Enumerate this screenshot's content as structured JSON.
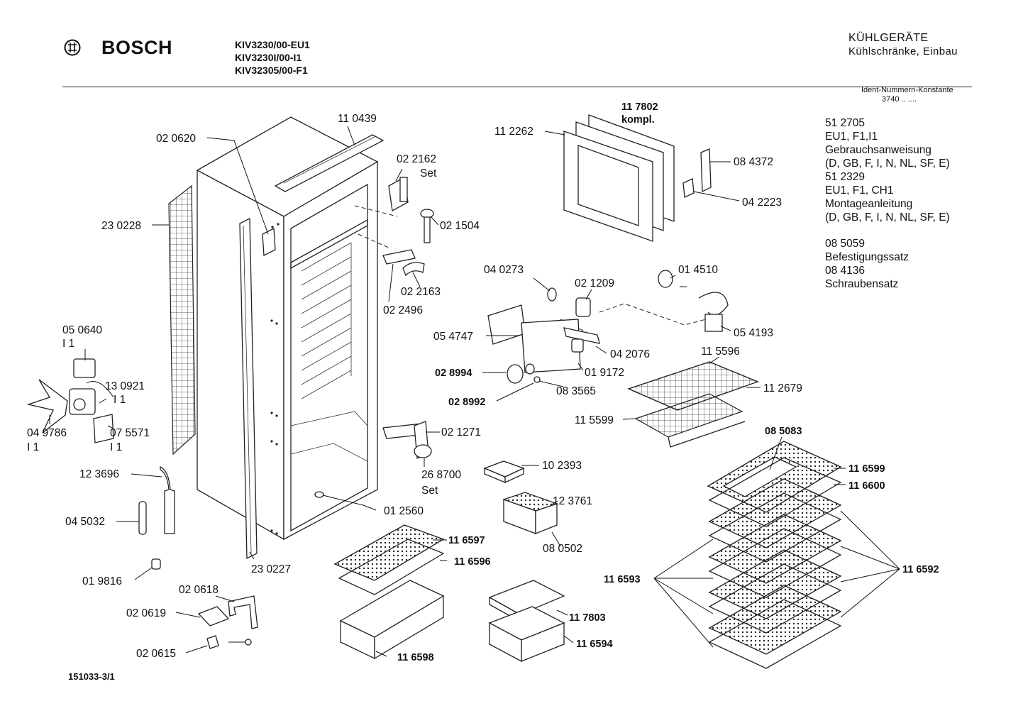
{
  "header": {
    "brand": "BOSCH",
    "models": [
      "KIV3230/00-EU1",
      "KIV3230I/00-I1",
      "KIV32305/00-F1"
    ],
    "category": "KÜHLGERÄTE",
    "subcategory": "Kühlschränke, Einbau",
    "ident_label": "Ident-Nummern-Konstante",
    "ident_value": "3740 .. ...."
  },
  "documents": [
    "51 2705",
    "EU1, F1,I1",
    "Gebrauchsanweisung",
    "(D, GB, F, I, N, NL, SF, E)",
    "51 2329",
    "EU1, F1, CH1",
    "Montageanleitung",
    "(D, GB, F, I, N, NL, SF, E)",
    "",
    "08 5059",
    "Befestigungssatz",
    "08 4136",
    "Schraubensatz"
  ],
  "footer": "151033-3/1",
  "labels": {
    "l110439": "11 0439",
    "l020620": "02 0620",
    "l022162": "02 2162",
    "l022162set": "Set",
    "l230228": "23 0228",
    "l021504": "02 1504",
    "l022163": "02 2163",
    "l022496": "02 2496",
    "l050640": "05 0640",
    "l050640s": "I 1",
    "l130921": "13 0921",
    "l130921s": "I 1",
    "l049786": "04 9786",
    "l049786s": "I 1",
    "l075571": "07 5571",
    "l075571s": "I 1",
    "l021271": "02 1271",
    "l268700": "26 8700",
    "l268700set": "Set",
    "l123696": "12 3696",
    "l012560": "01 2560",
    "l045032": "04 5032",
    "l230227": "23 0227",
    "l019816": "01 9816",
    "l020618": "02 0618",
    "l020619": "02 0619",
    "l020615": "02 0615",
    "l117802": "11 7802",
    "l117802k": "kompl.",
    "l112262": "11 2262",
    "l084372": "08 4372",
    "l042223": "04 2223",
    "l040273": "04 0273",
    "l021209": "02 1209",
    "l014510": "01 4510",
    "l054747": "05 4747",
    "l054193": "05 4193",
    "l042076": "04 2076",
    "l115596": "11 5596",
    "l028994": "02 8994",
    "l019172": "01 9172",
    "l083565": "08 3565",
    "l028992": "02 8992",
    "l112679": "11 2679",
    "l115599": "11 5599",
    "l085083": "08 5083",
    "l102393": "10 2393",
    "l116599": "11 6599",
    "l116600": "11 6600",
    "l123761": "12 3761",
    "l080502": "08 0502",
    "l116597": "11 6597",
    "l116596": "11 6596",
    "l116593": "11 6593",
    "l116592": "11 6592",
    "l117803": "11 7803",
    "l116594": "11 6594",
    "l116598": "11 6598"
  }
}
